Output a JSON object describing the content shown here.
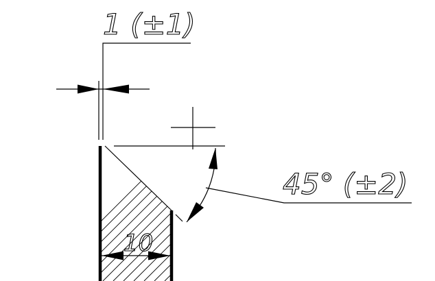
{
  "drawing": {
    "gap_dimension_text": "1 (±1)",
    "angle_dimension_text": "45° (±2)",
    "thickness_dimension_text": "10"
  }
}
